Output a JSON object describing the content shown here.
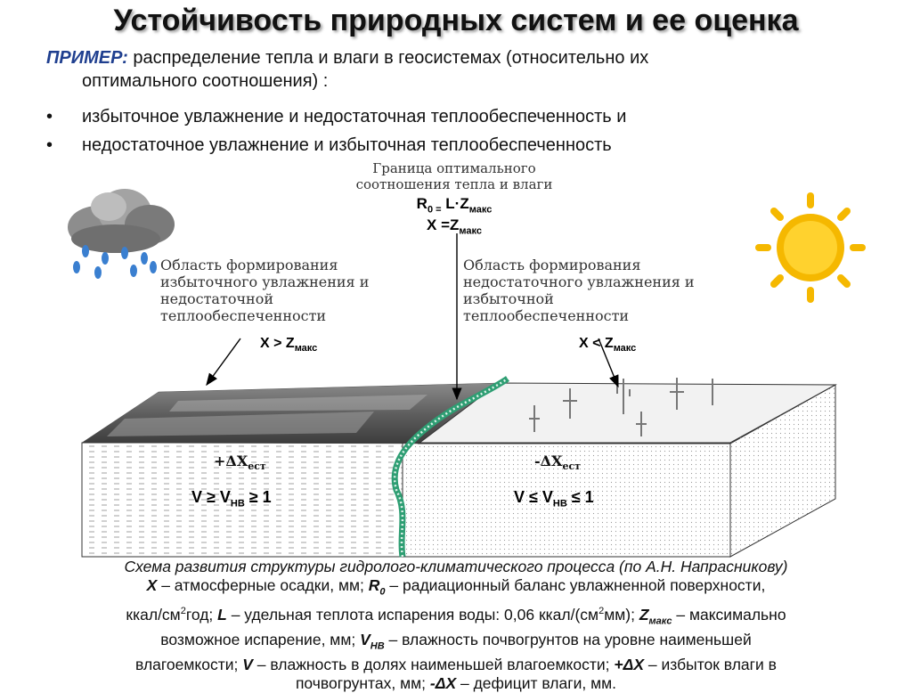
{
  "title": "Устойчивость природных систем и ее оценка",
  "example": {
    "label": "ПРИМЕР:",
    "text1": " распределение тепла и влаги в геосистемах (относительно их",
    "text2": "оптимального соотношения) :"
  },
  "bullets": [
    {
      "dot": "•",
      "text": "избыточное увлажнение и недостаточная теплообеспеченность и"
    },
    {
      "dot": "•",
      "text": "недостаточное увлажнение и избыточная теплообеспеченность"
    }
  ],
  "diagram": {
    "border_label": [
      "Граница оптимального",
      "соотношения тепла и влаги"
    ],
    "formula1": {
      "a": "R",
      "a_sub": "0 =",
      "b": " L·Z",
      "b_sub": "макс"
    },
    "formula2": {
      "a": "X =Z",
      "a_sub": "макс"
    },
    "left_region": [
      "Область формирования",
      "избыточного увлажнения и",
      "недостаточной",
      "теплообеспеченности"
    ],
    "left_cond": {
      "a": "X > Z",
      "sub": "макс"
    },
    "right_region": [
      "Область формирования",
      "недостаточного увлажнения и",
      "избыточной",
      "теплообеспеченности"
    ],
    "right_cond": {
      "a": "X < Z",
      "sub": "макс"
    },
    "left_dx": {
      "a": "+ΔX",
      "sub": "ест"
    },
    "right_dx": {
      "a": "-ΔX",
      "sub": "ест"
    },
    "left_v": {
      "a": "V ≥ V",
      "sub": "HB",
      "b": " ≥ 1"
    },
    "right_v": {
      "a": "V ≤ V",
      "sub": "HB",
      "b": " ≤ 1"
    },
    "colors": {
      "water": "#6b6b6b",
      "soil_border": "#333333",
      "boundary": "#2e9e73",
      "sun": "#f5b800"
    }
  },
  "caption": {
    "cite": "Схема развития структуры гидролого-климатического процесса (по А.Н. Напрасникову)",
    "x_sym": "X",
    "x_def": " – атмосферные осадки, мм; ",
    "r_sym": "R",
    "r_sub": "0",
    "r_def": " – радиационный баланс увлажненной поверхности,",
    "unit1": "ккал/см",
    "unit1_sup": "2",
    "unit1_b": "год; ",
    "l_sym": "L",
    "l_def": " – удельная теплота испарения воды: 0,06 ккал/(см",
    "l_sup": "2",
    "l_def2": "мм); ",
    "z_sym": "Z",
    "z_sub": "макс",
    "z_def": " – максимально",
    "line4": "возможное испарение, мм; ",
    "vhb_sym": "V",
    "vhb_sub": "HB",
    "vhb_def": " – влажность почвогрунтов на уровне наименьшей",
    "line5": "влагоемкости; ",
    "v_sym": "V",
    "v_def": " – влажность в долях наименьшей влагоемкости; ",
    "dx_plus": "+ΔX",
    "dx_plus_def": " – избыток влаги в",
    "line6": "почвогрунтах, мм; ",
    "dx_minus": "-ΔX",
    "dx_minus_def": " – дефицит влаги, мм."
  }
}
